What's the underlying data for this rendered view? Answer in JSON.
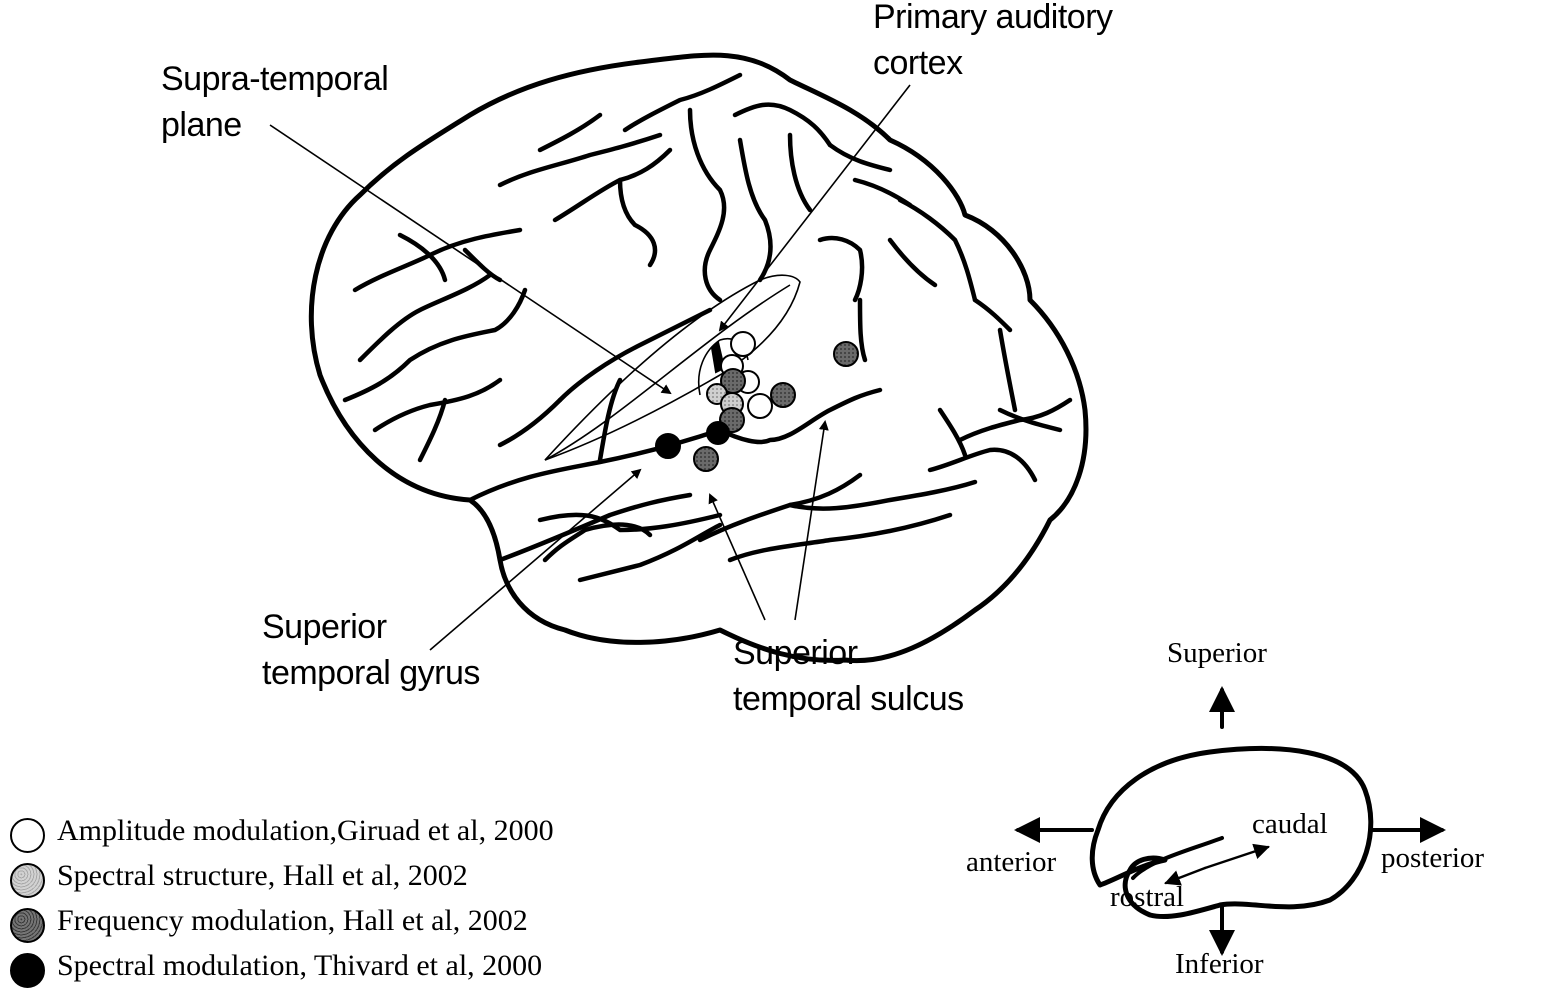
{
  "labels": {
    "supra_temporal_plane": "Supra-temporal\nplane",
    "primary_auditory_cortex": "Primary auditory\ncortex",
    "superior_temporal_gyrus": "Superior\ntemporal gyrus",
    "superior_temporal_sulcus": "Superior\ntemporal sulcus"
  },
  "orientation": {
    "superior": "Superior",
    "inferior": "Inferior",
    "anterior": "anterior",
    "posterior": "posterior",
    "caudal": "caudal",
    "rostral": "rostral"
  },
  "legend": [
    {
      "label": "Amplitude modulation,Giruad et al, 2000",
      "color": "#ffffff"
    },
    {
      "label": "Spectral structure, Hall et al, 2002",
      "color": "#bdbdbd"
    },
    {
      "label": "Frequency modulation, Hall et al, 2002",
      "color": "#6f6f6f"
    },
    {
      "label": "Spectral modulation, Thivard et al, 2000",
      "color": "#000000"
    }
  ],
  "marker_colors": {
    "amplitude": "#ffffff",
    "spectral_structure": "#bdbdbd",
    "frequency": "#6f6f6f",
    "spectral_modulation": "#000000"
  }
}
